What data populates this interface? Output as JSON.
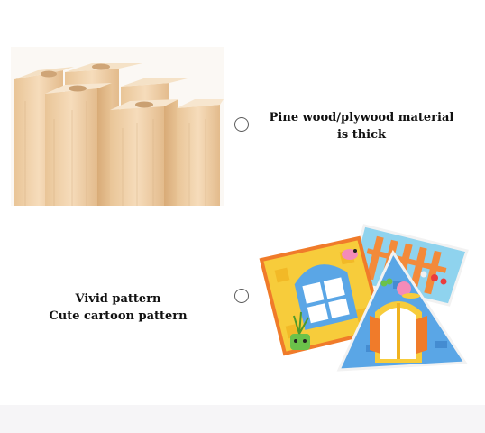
{
  "captions": {
    "wood": {
      "line1": "Pine wood/plywood material",
      "line2": "is thick"
    },
    "pattern": {
      "line1": "Vivid pattern",
      "line2": "Cute cartoon pattern"
    }
  },
  "images": {
    "wood": "wood-blocks-photo",
    "puzzle": "cartoon-house-puzzle-photo"
  },
  "colors": {
    "divider": "#5a5a5a",
    "text": "#111111",
    "wood_light": "#f3d7b4",
    "wood_mid": "#e6be8f",
    "puzzle_yellow": "#f7cc3b",
    "puzzle_blue": "#57a2e2",
    "puzzle_orange": "#f07b2a"
  }
}
